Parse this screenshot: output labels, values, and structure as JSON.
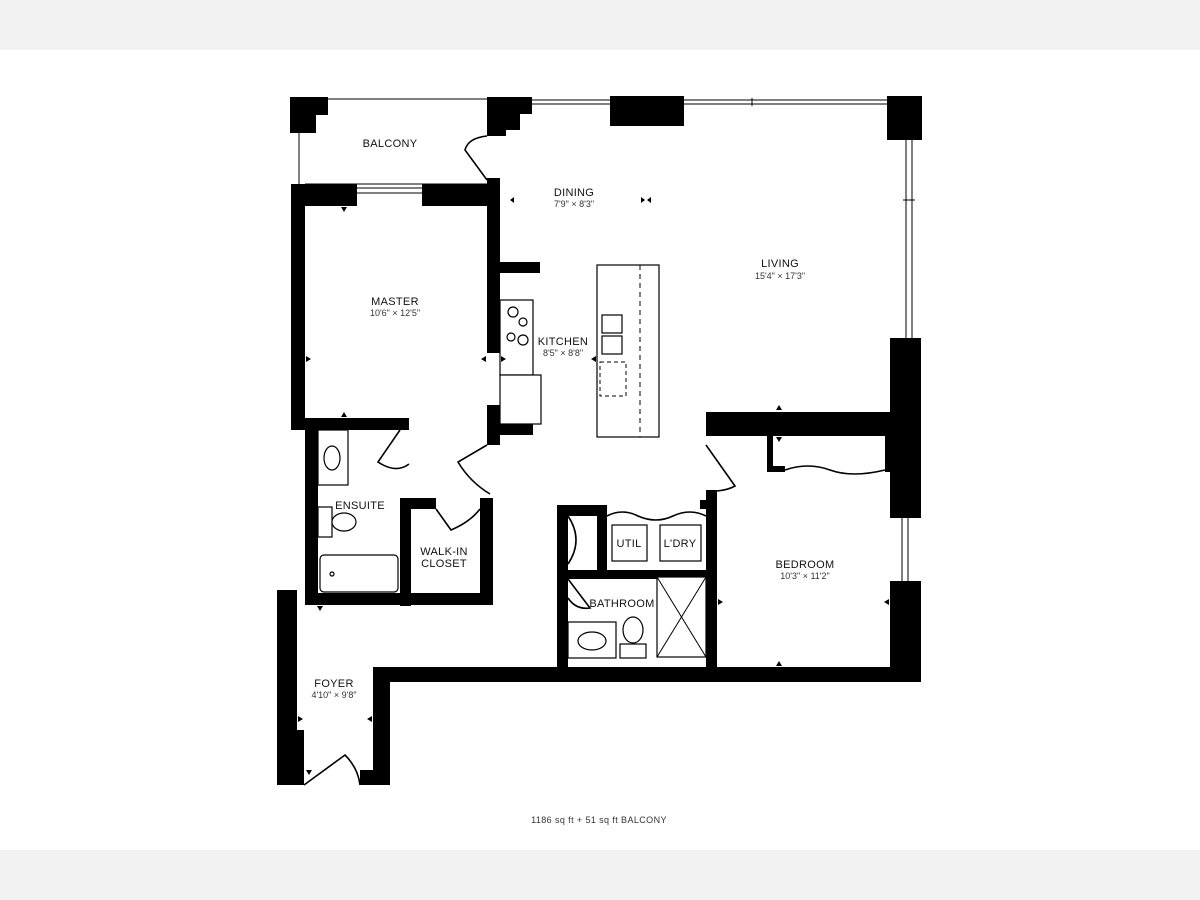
{
  "rooms": {
    "balcony": {
      "name": "BALCONY"
    },
    "dining": {
      "name": "DINING",
      "dims": "7'9\" × 8'3\""
    },
    "living": {
      "name": "LIVING",
      "dims": "15'4\" × 17'3\""
    },
    "master": {
      "name": "MASTER",
      "dims": "10'6\" × 12'5\""
    },
    "kitchen": {
      "name": "KITCHEN",
      "dims": "8'5\" × 8'8\""
    },
    "ensuite": {
      "name": "ENSUITE"
    },
    "walkin": {
      "name_line1": "WALK-IN",
      "name_line2": "CLOSET"
    },
    "util": {
      "name": "UTIL"
    },
    "ldry": {
      "name": "L'DRY"
    },
    "bathroom": {
      "name": "BATHROOM"
    },
    "bedroom": {
      "name": "BEDROOM",
      "dims": "10'3\" × 11'2\""
    },
    "foyer": {
      "name": "FOYER",
      "dims": "4'10\" × 9'8\""
    }
  },
  "footer": {
    "area": "1186 sq ft + 51 sq ft BALCONY"
  },
  "colors": {
    "wall": "#000000",
    "background": "#ffffff",
    "band": "#f2f2f2"
  }
}
